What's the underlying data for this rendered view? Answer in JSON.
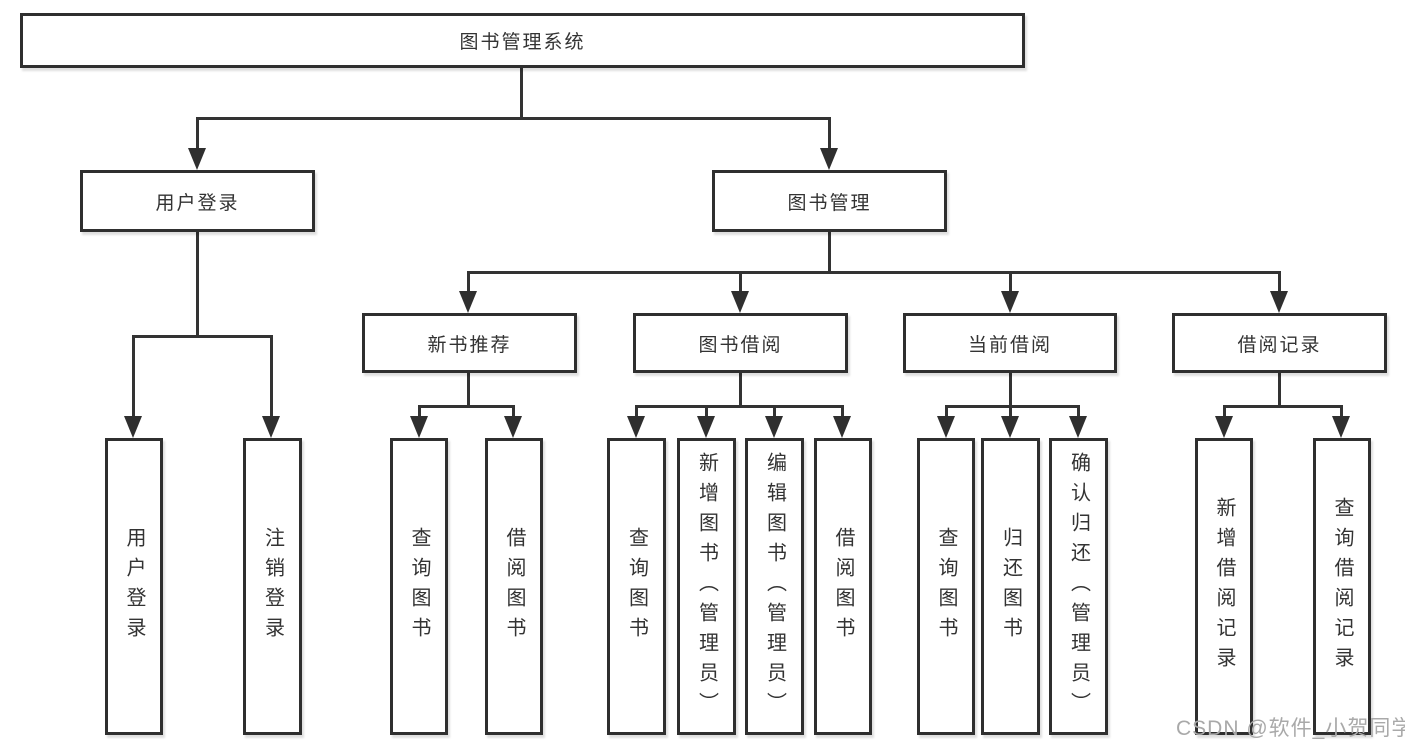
{
  "diagram": {
    "title": "图书管理系统",
    "type": "hierarchy-tree",
    "colors": {
      "line": "#333333",
      "box_border": "#2f2f2f",
      "box_fill": "#ffffff",
      "text": "#333333",
      "watermark": "#a9a9a9",
      "background": "#ffffff"
    },
    "tree": {
      "label": "图书管理系统",
      "children": [
        {
          "label": "用户登录",
          "children": [
            {
              "label": "用户登录"
            },
            {
              "label": "注销登录"
            }
          ]
        },
        {
          "label": "图书管理",
          "children": [
            {
              "label": "新书推荐",
              "children": [
                {
                  "label": "查询图书"
                },
                {
                  "label": "借阅图书"
                }
              ]
            },
            {
              "label": "图书借阅",
              "children": [
                {
                  "label": "查询图书"
                },
                {
                  "label": "新增图书（管理员）"
                },
                {
                  "label": "编辑图书（管理员）"
                },
                {
                  "label": "借阅图书"
                }
              ]
            },
            {
              "label": "当前借阅",
              "children": [
                {
                  "label": "查询图书"
                },
                {
                  "label": "归还图书"
                },
                {
                  "label": "确认归还（管理员）"
                }
              ]
            },
            {
              "label": "借阅记录",
              "children": [
                {
                  "label": "新增借阅记录"
                },
                {
                  "label": "查询借阅记录"
                }
              ]
            }
          ]
        }
      ]
    },
    "watermark": "CSDN @软件_小贺同学"
  }
}
